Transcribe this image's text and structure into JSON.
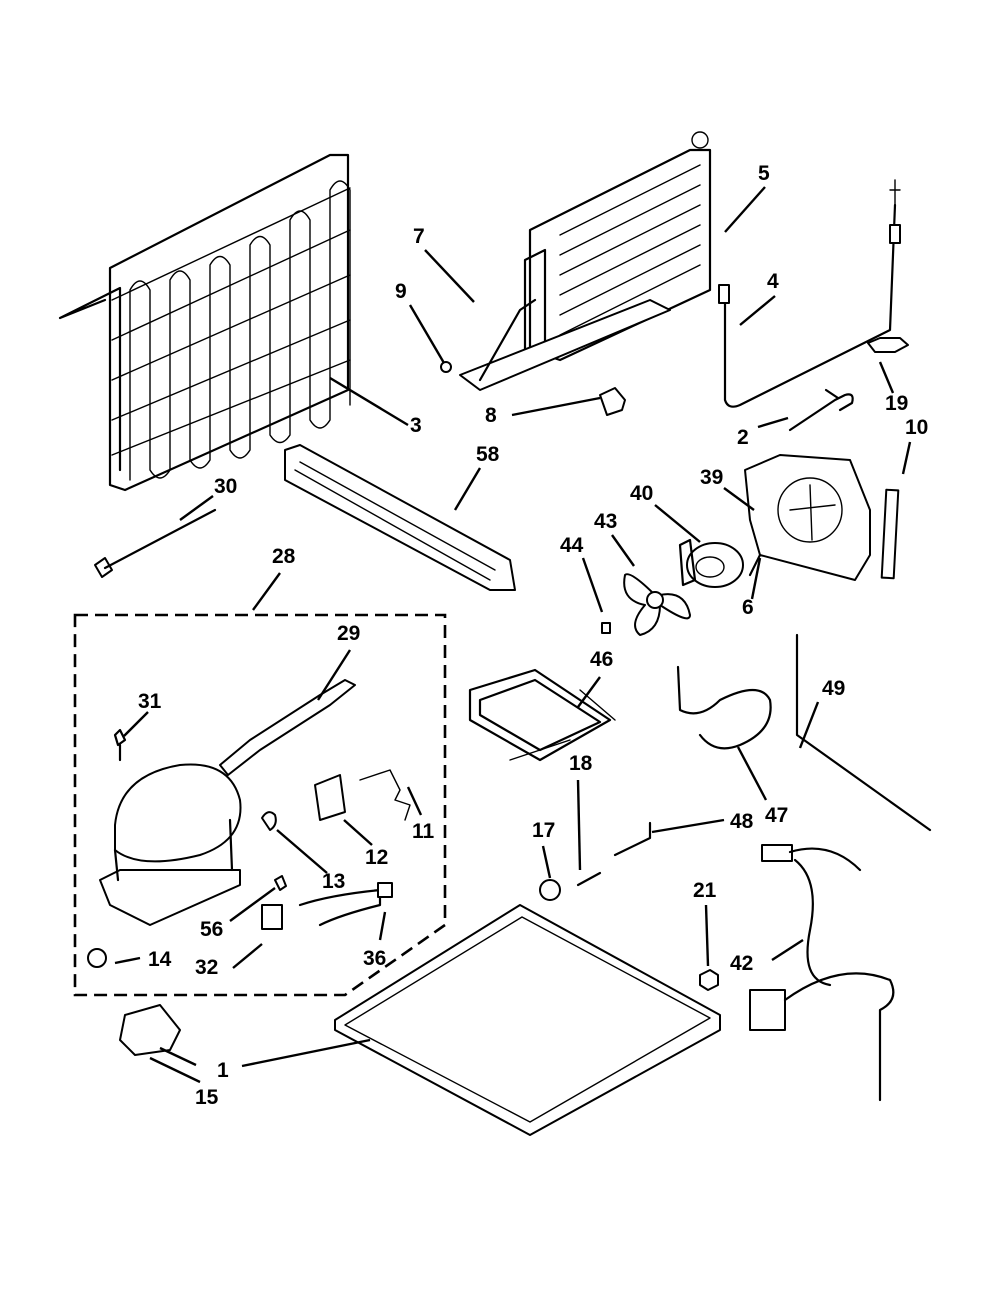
{
  "labels": [
    "3",
    "5",
    "7",
    "9",
    "4",
    "8",
    "19",
    "10",
    "2",
    "58",
    "39",
    "40",
    "43",
    "44",
    "6",
    "30",
    "28",
    "29",
    "31",
    "46",
    "47",
    "49",
    "11",
    "12",
    "13",
    "17",
    "18",
    "48",
    "21",
    "56",
    "32",
    "36",
    "14",
    "42",
    "1",
    "15"
  ]
}
